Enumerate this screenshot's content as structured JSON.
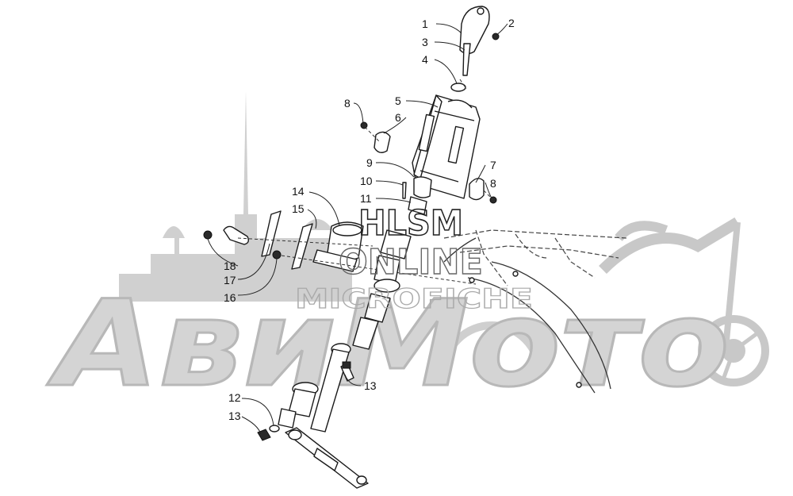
{
  "watermarks": {
    "brand": "АвиМото",
    "hlsm": "HLSM",
    "online": "ONLINE",
    "microfiche": "MICROFICHE"
  },
  "callouts": [
    {
      "id": "c1",
      "text": "1"
    },
    {
      "id": "c2",
      "text": "2"
    },
    {
      "id": "c3",
      "text": "3"
    },
    {
      "id": "c4",
      "text": "4"
    },
    {
      "id": "c5",
      "text": "5"
    },
    {
      "id": "c6",
      "text": "6"
    },
    {
      "id": "c7",
      "text": "7"
    },
    {
      "id": "c8a",
      "text": "8"
    },
    {
      "id": "c8b",
      "text": "8"
    },
    {
      "id": "c9",
      "text": "9"
    },
    {
      "id": "c10",
      "text": "10"
    },
    {
      "id": "c11",
      "text": "11"
    },
    {
      "id": "c12",
      "text": "12"
    },
    {
      "id": "c13a",
      "text": "13"
    },
    {
      "id": "c13b",
      "text": "13"
    },
    {
      "id": "c14",
      "text": "14"
    },
    {
      "id": "c15",
      "text": "15"
    },
    {
      "id": "c16",
      "text": "16"
    },
    {
      "id": "c17",
      "text": "17"
    },
    {
      "id": "c18",
      "text": "18"
    }
  ],
  "colors": {
    "watermark_grey": "#bdbdbd",
    "line": "#1a1a1a"
  }
}
